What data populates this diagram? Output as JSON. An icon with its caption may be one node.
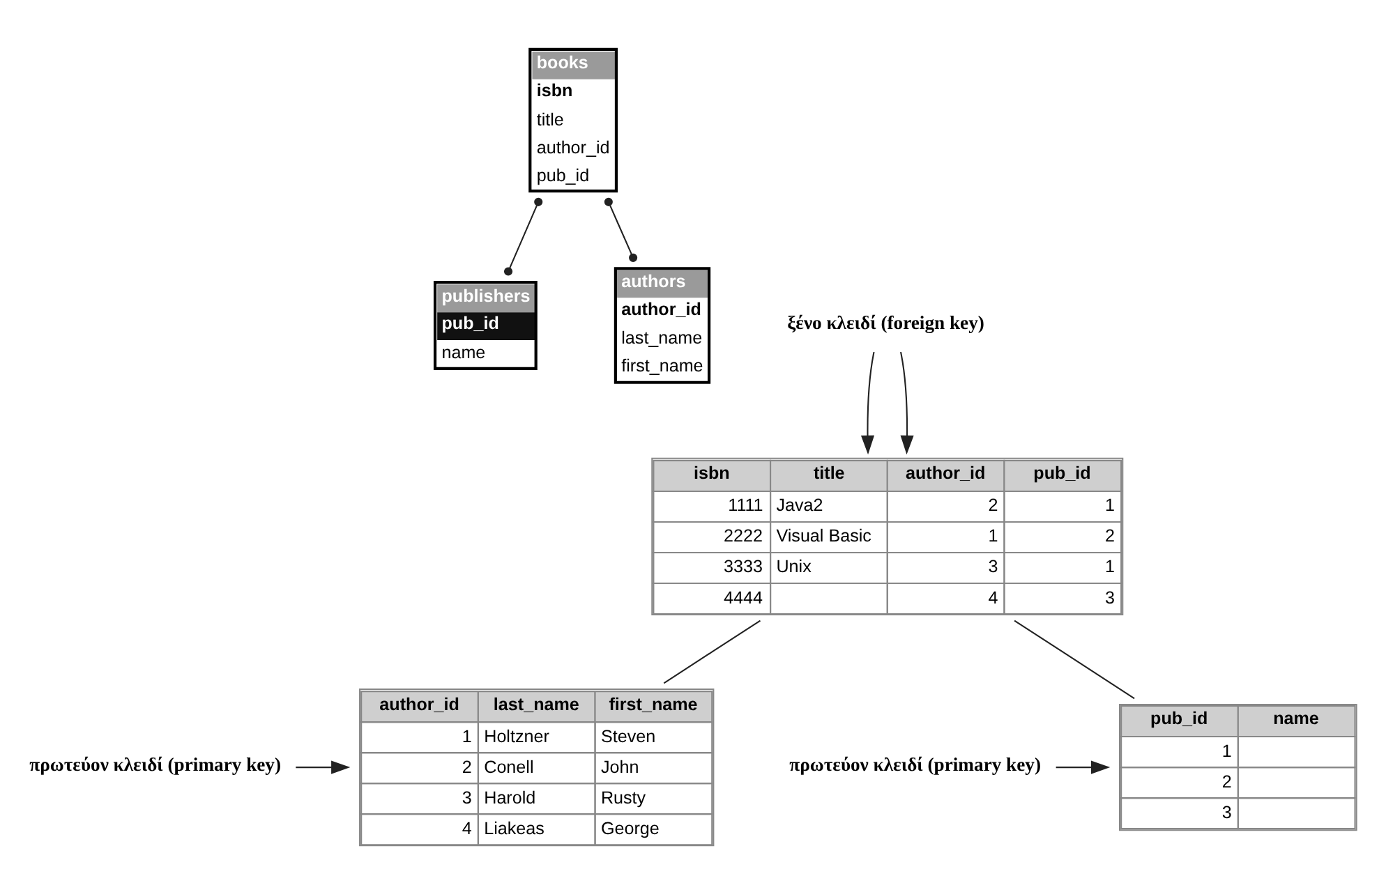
{
  "diagram": {
    "nodes": [
      {
        "text": [
          "books",
          "isbn",
          "title",
          "author_id",
          "pub_id"
        ]
      },
      {
        "text": [
          "authors",
          "author_id",
          "last_name",
          "first_name"
        ]
      },
      {
        "text": [
          "publishers",
          "pub_id",
          "name"
        ]
      },
      {
        "text": [
          "ξένο κλειδί (foreign key)"
        ]
      },
      {
        "text": [
          "isbn",
          "title",
          "author_id",
          "pub_id",
          "1111",
          "Java2",
          "2",
          "1",
          "2222",
          "Visual Basic",
          "1",
          "2",
          "3333",
          "Unix",
          "3",
          "1",
          "4444",
          "4",
          "3"
        ]
      },
      {
        "text": [
          "πρωτεύον κλειδί (primary key)"
        ]
      },
      {
        "text": [
          "πρωτεύον κλειδί (primary key)"
        ]
      },
      {
        "text": [
          "author_id",
          "last_name",
          "first_name",
          "1",
          "Holtzner",
          "Steven",
          "2",
          "Conell",
          "John",
          "3",
          "Harold",
          "Rusty",
          "4",
          "Liakeas",
          "George"
        ]
      },
      {
        "text": [
          "pub_id",
          "name",
          "1",
          "2",
          "3"
        ]
      }
    ],
    "edges": [
      {
        "from": 1,
        "to": 0,
        "arrow": "other"
      },
      {
        "from": 0,
        "to": 2,
        "arrow": "other"
      },
      {
        "from": 3,
        "to": 4,
        "arrow": "to"
      },
      {
        "from": 3,
        "to": 4,
        "arrow": "to"
      },
      {
        "from": 4,
        "to": 7,
        "arrow": "none"
      },
      {
        "from": 4,
        "to": 8,
        "arrow": "none"
      },
      {
        "from": 5,
        "to": 8,
        "arrow": "to"
      },
      {
        "from": 6,
        "to": 7,
        "arrow": "to"
      }
    ]
  }
}
